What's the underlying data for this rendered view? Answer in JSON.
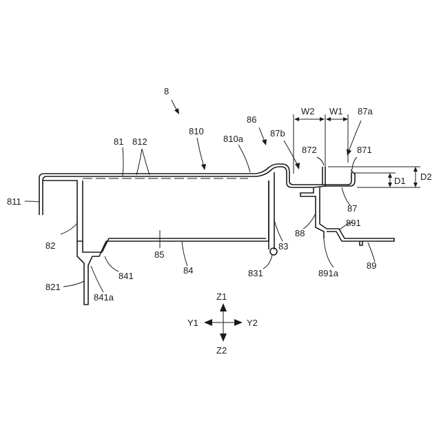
{
  "figure": {
    "part_number": "8",
    "labels": {
      "l81": "81",
      "l812": "812",
      "l810": "810",
      "l810a": "810a",
      "l86": "86",
      "l87b": "87b",
      "lW2": "W2",
      "lW1": "W1",
      "l87a": "87a",
      "l872": "872",
      "l871": "871",
      "lD1": "D1",
      "lD2": "D2",
      "l811": "811",
      "l82": "82",
      "l821": "821",
      "l841": "841",
      "l841a": "841a",
      "l85": "85",
      "l84": "84",
      "l831": "831",
      "l83": "83",
      "l88": "88",
      "l87": "87",
      "l891": "891",
      "l891a": "891a",
      "l89": "89"
    },
    "axes": {
      "up": "Z1",
      "down": "Z2",
      "left": "Y1",
      "right": "Y2"
    }
  }
}
